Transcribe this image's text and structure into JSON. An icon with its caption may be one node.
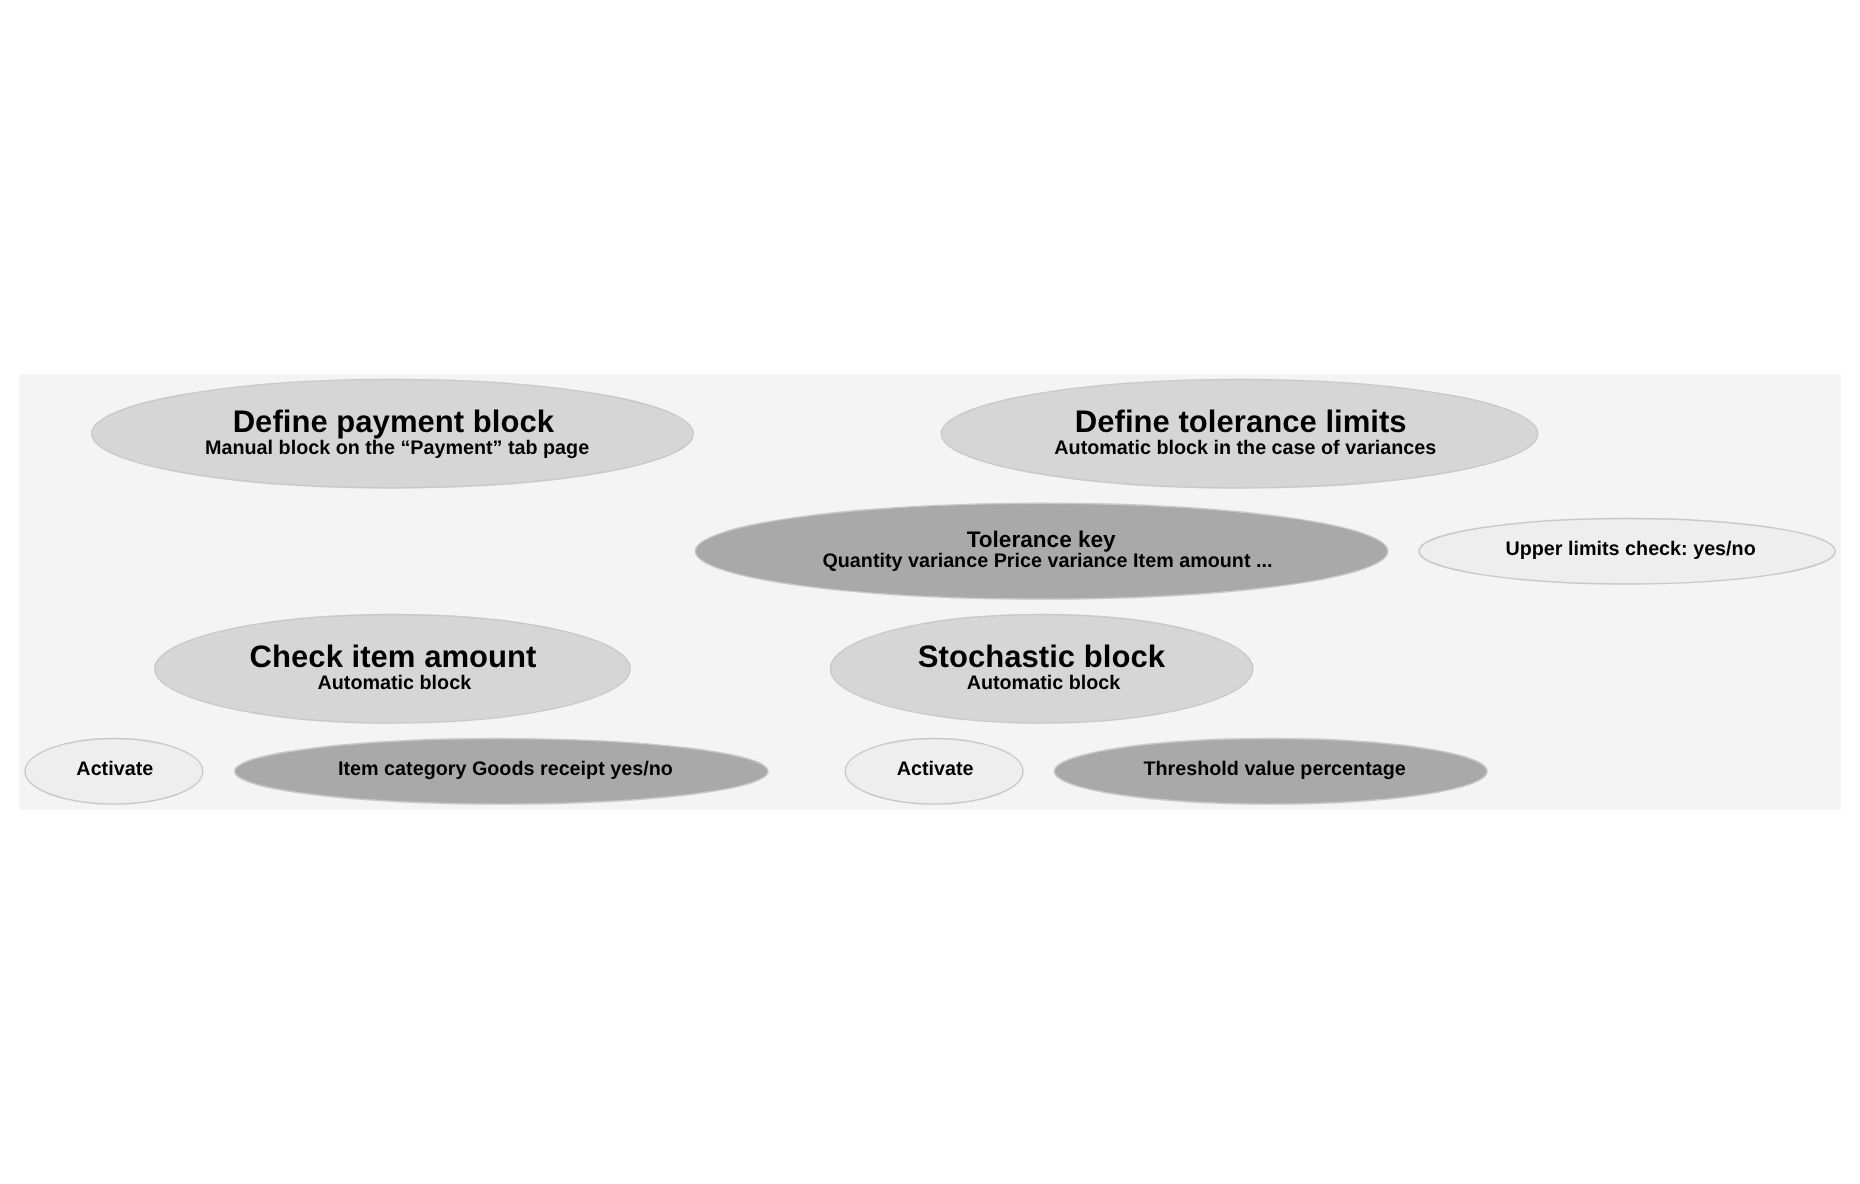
{
  "diagram": {
    "nodes": [
      {
        "text": [
          "Define payment block",
          "Manual block on the “Payment” tab page"
        ]
      },
      {
        "text": [
          "Define tolerance limits",
          "Automatic block in the case of variances"
        ]
      },
      {
        "text": [
          "Tolerance key",
          "Quantity variance Price variance Item amount ..."
        ]
      },
      {
        "text": [
          "Upper limits check: yes/no"
        ]
      },
      {
        "text": [
          "Check item amount",
          "Automatic block"
        ]
      },
      {
        "text": [
          "Activate"
        ]
      },
      {
        "text": [
          "Item category Goods receipt yes/no"
        ]
      },
      {
        "text": [
          "Stochastic block",
          "Automatic block"
        ]
      },
      {
        "text": [
          "Activate"
        ]
      },
      {
        "text": [
          "Threshold value percentage"
        ]
      }
    ]
  }
}
